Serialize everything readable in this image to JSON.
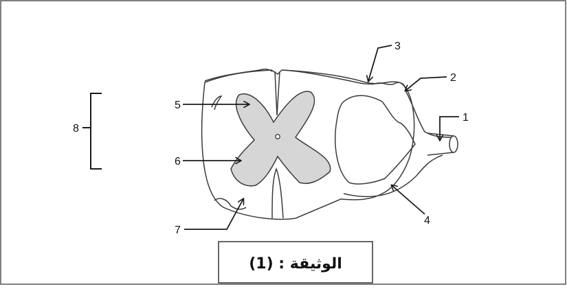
{
  "labels": {
    "l1": "1",
    "l2": "2",
    "l3": "3",
    "l4": "4",
    "l5": "5",
    "l6": "6",
    "l7": "7",
    "l8": "8"
  },
  "caption": "الوثيقة : (1)",
  "colors": {
    "gray_matter": "#d6d6d6",
    "stroke": "#3a3a3a",
    "frame": "#555555"
  }
}
